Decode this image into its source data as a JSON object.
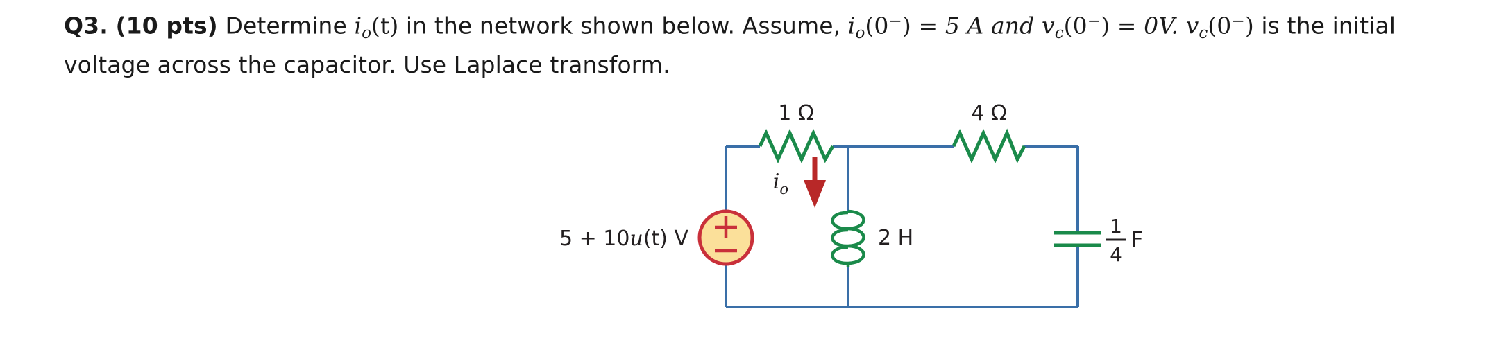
{
  "problem": {
    "question_label": "Q3.",
    "points_label": "(10 pts)",
    "seg_determine": "Determine",
    "var_i": "i",
    "var_i_sub": "o",
    "paren_t": "(t)",
    "seg_network": "in the network shown below. Assume,",
    "ic_var": "i",
    "ic_var_sub": "o",
    "ic_open_paren": "(0",
    "ic_minus": "−",
    "ic_close_paren": ")",
    "ic_equals": "=",
    "ic_value": "5 A",
    "ic_and": "and",
    "vc_var": "v",
    "vc_var_sub": "c",
    "vc_open_paren": "(0",
    "vc_minus": "−",
    "vc_close_paren": ")",
    "vc_equals": "=",
    "line2_zero_volt": "0V.",
    "line2_vc_var": "v",
    "line2_vc_sub": "c",
    "line2_vc_paren_open": "(0",
    "line2_vc_minus": "−",
    "line2_vc_paren_close": ")",
    "line2_tail": "is the initial voltage across the capacitor. Use Laplace transform."
  },
  "circuit": {
    "title": "RLC network with step voltage source",
    "source_label": "5 + 10u(t) V",
    "source_label_plain_prefix": "5 + 10",
    "source_label_u": "u",
    "source_label_suffix": "(t) V",
    "source_plus": "+",
    "source_minus": "−",
    "resistor1_label": "1 Ω",
    "resistor2_label": "4 Ω",
    "inductor_label": "2 H",
    "capacitor_numerator": "1",
    "capacitor_denominator": "4",
    "capacitor_unit": "F",
    "current_label": "i",
    "current_label_sub": "o",
    "colors": {
      "wire": "#3a6fa8",
      "component": "#1a8a4a",
      "source_fill": "#fbe09a",
      "source_stroke": "#c9303a",
      "arrow": "#b82828",
      "text": "#231f20",
      "background": "#ffffff"
    }
  }
}
